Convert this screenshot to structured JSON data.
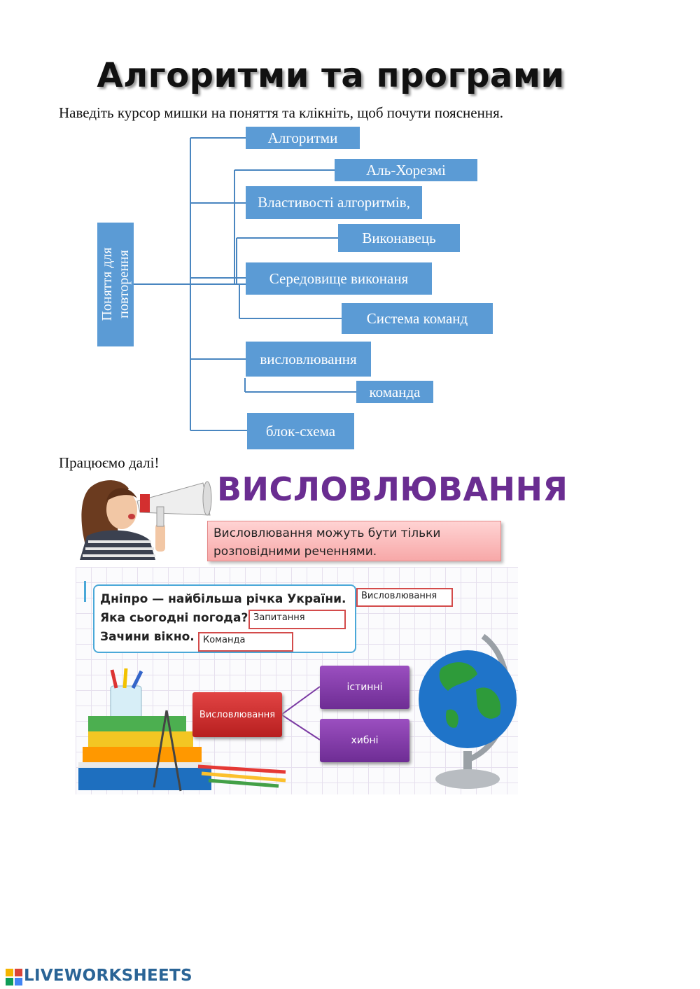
{
  "title": "Алгоритми та програми",
  "instruction": "Наведіть курсор мишки на поняття та клікніть, щоб почути пояснення.",
  "tree": {
    "root": "Поняття для повторення",
    "nodes": [
      "Алгоритми",
      "Аль-Хорезмі",
      "Властивості алгоритмів,",
      "Виконавець",
      "Середовище виконаня",
      "Система команд",
      "висловлювання",
      "команда",
      "блок-схема"
    ]
  },
  "next_label": "Працюємо далі!",
  "lesson": {
    "heading": "ВИСЛОВЛЮВАННЯ",
    "definition_line1": "Висловлювання можуть бути тільки",
    "definition_line2": "розповідними реченнями.",
    "examples": [
      {
        "sentence": "Дніпро — найбільша річка України.",
        "tag": "Висловлювання"
      },
      {
        "sentence": "Яка сьогодні погода?",
        "tag": "Запитання"
      },
      {
        "sentence": "Зачини вікно.",
        "tag": "Команда"
      }
    ],
    "diagram": {
      "center": "Висловлювання",
      "branches": [
        "істинні",
        "хибні"
      ]
    },
    "colors": {
      "heading": "#6a2d91",
      "center": "#c62828",
      "branch": "#7b3aa3"
    }
  },
  "brand": "LIVEWORKSHEETS",
  "colors": {
    "node": "#5b9bd5",
    "line": "#4a86c0"
  }
}
